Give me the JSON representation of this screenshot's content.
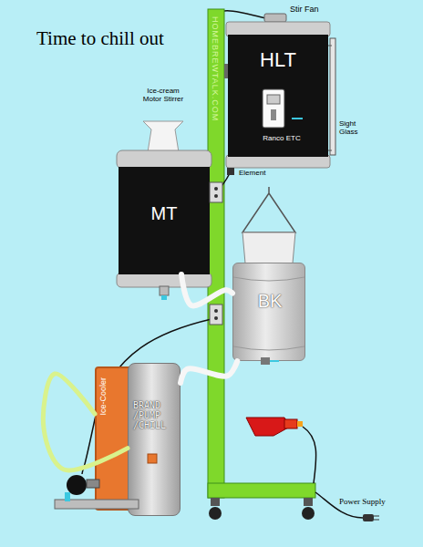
{
  "diagram": {
    "title": "Time to chill out",
    "nodes": [
      {
        "text": [
          "HLT",
          "Ranco ETC"
        ]
      },
      {
        "text": [
          "MT"
        ]
      },
      {
        "text": [
          "BK"
        ]
      },
      {
        "text": [
          "Ice-Cooler"
        ]
      },
      {
        "text": [
          "BRAND /PUMP /CHILL"
        ]
      }
    ],
    "edges": [
      {
        "from": 1,
        "to": 2,
        "arrow": "none"
      },
      {
        "from": 2,
        "to": 4,
        "arrow": "none"
      },
      {
        "from": 3,
        "to": 4,
        "arrow": "none"
      }
    ],
    "labels": [
      "Stir Fan",
      "Sight Glass",
      "Element",
      "Ice-cream Motor Stirrer",
      "HOMEBREWTALK.COM",
      "Power Supply"
    ]
  }
}
